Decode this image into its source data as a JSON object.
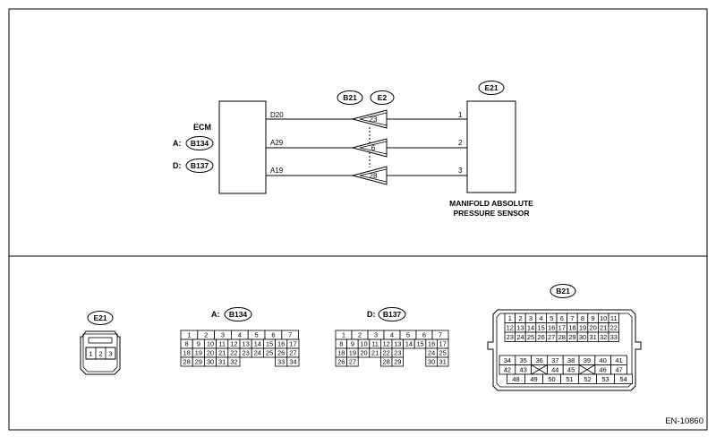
{
  "diagram_id": "EN-10860",
  "ecm": {
    "label": "ECM",
    "connectors": [
      {
        "prefix": "A:",
        "code": "B134"
      },
      {
        "prefix": "D:",
        "code": "B137"
      }
    ]
  },
  "wires": [
    {
      "ecm_pin": "D20",
      "joint_pin": "23",
      "sensor_pin": "1"
    },
    {
      "ecm_pin": "A29",
      "joint_pin": "6",
      "sensor_pin": "2"
    },
    {
      "ecm_pin": "A19",
      "joint_pin": "28",
      "sensor_pin": "3"
    }
  ],
  "joint_connectors": [
    "B21",
    "E2"
  ],
  "sensor": {
    "connector": "E21",
    "name_line1": "MANIFOLD ABSOLUTE",
    "name_line2": "PRESSURE SENSOR"
  },
  "views": {
    "e21": {
      "code": "E21",
      "pins": [
        "1",
        "2",
        "3"
      ]
    },
    "b134": {
      "prefix": "A:",
      "code": "B134",
      "rows": [
        [
          "1",
          "2",
          "3",
          "4",
          "5",
          "6",
          "7"
        ],
        [
          "8",
          "9",
          "10",
          "11",
          "12",
          "13",
          "14",
          "15",
          "16",
          "17"
        ],
        [
          "18",
          "19",
          "20",
          "21",
          "22",
          "23",
          "24",
          "25",
          "26",
          "27"
        ],
        [
          "28",
          "29",
          "30",
          "31",
          "32",
          "33",
          "34"
        ]
      ]
    },
    "b137": {
      "prefix": "D:",
      "code": "B137",
      "rows": [
        [
          "1",
          "2",
          "3",
          "4",
          "5",
          "6",
          "7"
        ],
        [
          "8",
          "9",
          "10",
          "11",
          "12",
          "13",
          "14",
          "15",
          "16",
          "17"
        ],
        [
          "18",
          "19",
          "20",
          "21",
          "22",
          "23",
          "24",
          "25"
        ],
        [
          "26",
          "27",
          "28",
          "29",
          "30",
          "31"
        ]
      ]
    },
    "b21": {
      "code": "B21",
      "rows": [
        [
          "1",
          "2",
          "3",
          "4",
          "5",
          "6",
          "7",
          "8",
          "9",
          "10",
          "11"
        ],
        [
          "12",
          "13",
          "14",
          "15",
          "16",
          "17",
          "18",
          "19",
          "20",
          "21",
          "22"
        ],
        [
          "23",
          "24",
          "25",
          "26",
          "27",
          "28",
          "29",
          "30",
          "31",
          "32",
          "33"
        ],
        [
          "34",
          "35",
          "36",
          "37",
          "38",
          "39",
          "40",
          "41"
        ],
        [
          "42",
          "43",
          "44",
          "45",
          "46",
          "47"
        ],
        [
          "48",
          "49",
          "50",
          "51",
          "52",
          "53",
          "54"
        ]
      ]
    }
  }
}
